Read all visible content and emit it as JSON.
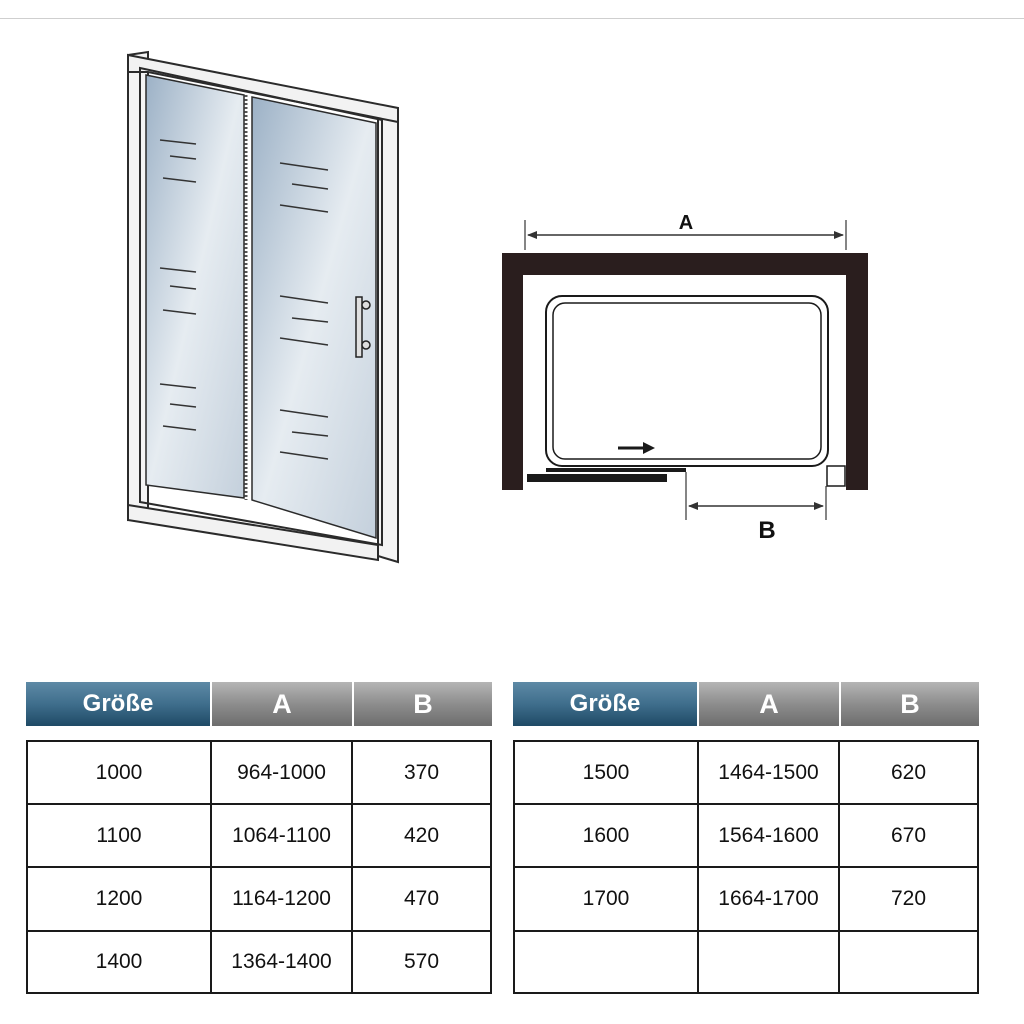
{
  "diagram": {
    "label_a": "A",
    "label_b": "B"
  },
  "colors": {
    "header_size": "#3f6e8c",
    "header_dims": "#8d8d8d",
    "wall": "#2a1e1e",
    "frame": "#2b2b2b"
  },
  "table_left": {
    "headers": {
      "size": "Größe",
      "a": "A",
      "b": "B"
    },
    "rows": [
      {
        "size": "1000",
        "a": "964-1000",
        "b": "370"
      },
      {
        "size": "1100",
        "a": "1064-1100",
        "b": "420"
      },
      {
        "size": "1200",
        "a": "1164-1200",
        "b": "470"
      },
      {
        "size": "1400",
        "a": "1364-1400",
        "b": "570"
      }
    ]
  },
  "table_right": {
    "headers": {
      "size": "Größe",
      "a": "A",
      "b": "B"
    },
    "rows": [
      {
        "size": "1500",
        "a": "1464-1500",
        "b": "620"
      },
      {
        "size": "1600",
        "a": "1564-1600",
        "b": "670"
      },
      {
        "size": "1700",
        "a": "1664-1700",
        "b": "720"
      },
      {
        "size": "",
        "a": "",
        "b": ""
      }
    ]
  }
}
